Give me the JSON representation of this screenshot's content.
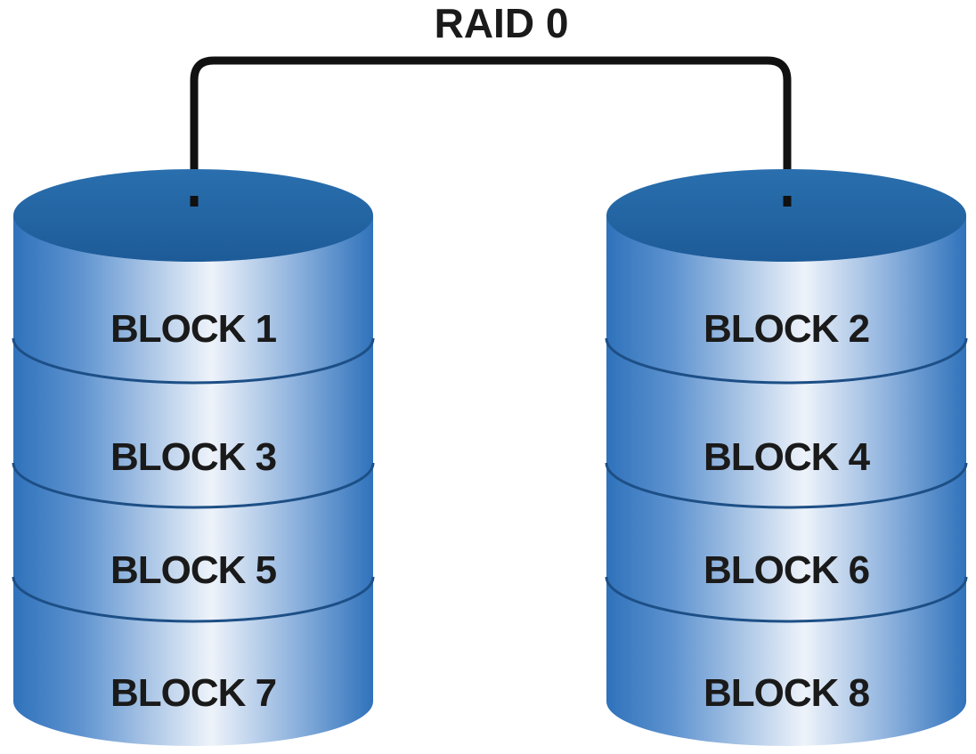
{
  "title": "RAID 0",
  "disks": [
    {
      "name": "disk-left",
      "blocks": [
        "BLOCK 1",
        "BLOCK 3",
        "BLOCK 5",
        "BLOCK 7"
      ]
    },
    {
      "name": "disk-right",
      "blocks": [
        "BLOCK 2",
        "BLOCK 4",
        "BLOCK 6",
        "BLOCK 8"
      ]
    }
  ],
  "colors": {
    "disk_top": "#1f5f9c",
    "disk_body_edge": "#2f72bb",
    "disk_body_mid": "#e8eef7",
    "separator": "#1d4f86",
    "connector": "#111111"
  }
}
